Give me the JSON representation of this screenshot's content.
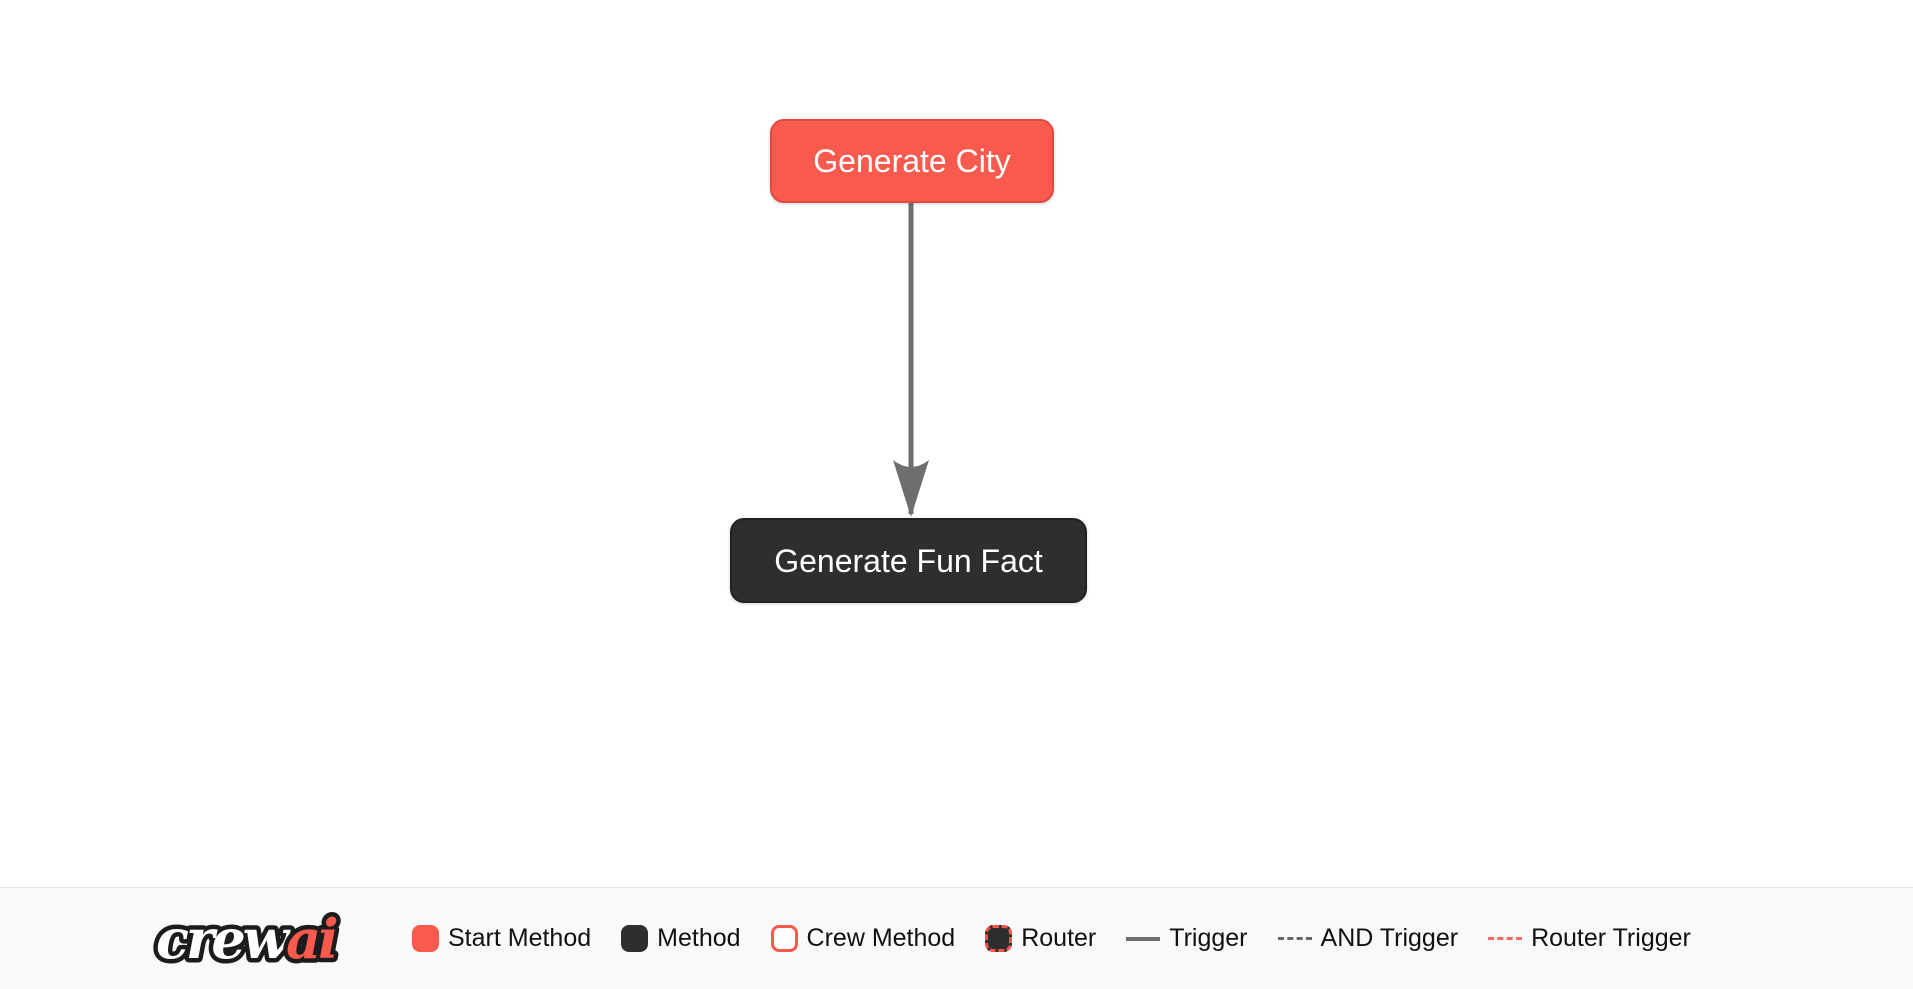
{
  "flow": {
    "nodes": [
      {
        "label": "Generate City",
        "type": "start-method"
      },
      {
        "label": "Generate Fun Fact",
        "type": "method"
      }
    ],
    "edge": {
      "from": "Generate City",
      "to": "Generate Fun Fact",
      "type": "trigger"
    }
  },
  "legend": {
    "brand": {
      "crew": "crew",
      "ai": "ai"
    },
    "items": [
      {
        "label": "Start Method"
      },
      {
        "label": "Method"
      },
      {
        "label": "Crew Method"
      },
      {
        "label": "Router"
      },
      {
        "label": "Trigger"
      },
      {
        "label": "AND Trigger"
      },
      {
        "label": "Router Trigger"
      }
    ]
  },
  "colors": {
    "start_method": "#F85A4D",
    "start_method_border": "#DE4A41",
    "method": "#2E2E2E",
    "edge_gray": "#6E6E6E",
    "router_trigger_red": "#F2695E",
    "legend_background": "#F8F9FA",
    "legend_text": "#111111"
  }
}
